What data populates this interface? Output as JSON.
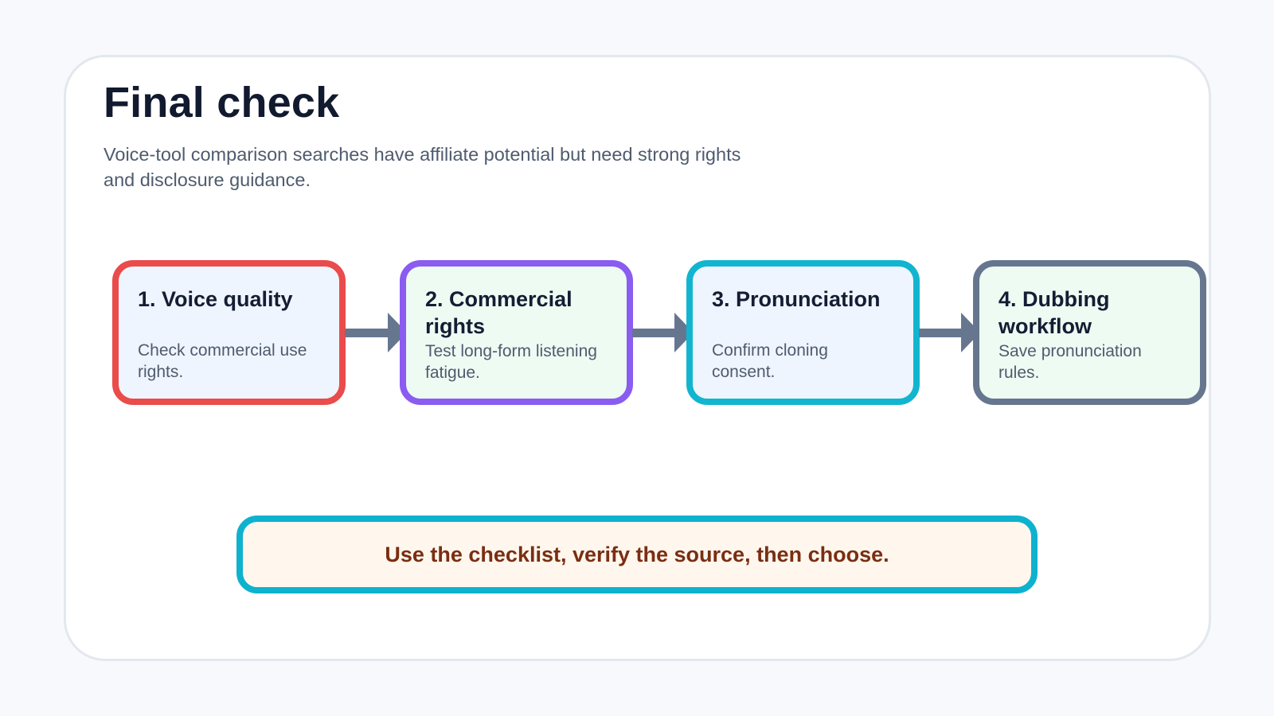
{
  "heading": {
    "title": "Final check",
    "subtitle": "Voice-tool comparison searches have affiliate potential but need strong rights and disclosure guidance."
  },
  "flow": {
    "steps": [
      {
        "title": "1. Voice quality",
        "description": "Check commercial use rights.",
        "border_color": "#ea4b4b",
        "fill_color": "#eff5ff"
      },
      {
        "title": "2. Commercial rights",
        "description": "Test long-form listening fatigue.",
        "border_color": "#8a5cf0",
        "fill_color": "#edfbf3"
      },
      {
        "title": "3. Pronunciation",
        "description": "Confirm cloning consent.",
        "border_color": "#12b5d0",
        "fill_color": "#eff5ff"
      },
      {
        "title": "4. Dubbing workflow",
        "description": "Save pronunciation rules.",
        "border_color": "#66768f",
        "fill_color": "#edfbf3"
      }
    ],
    "connector_color": "#66768f"
  },
  "callout": {
    "text": "Use the checklist, verify the source, then choose.",
    "border_color": "#0eb2cf",
    "fill_color": "#fff7ee",
    "text_color": "#7a2e12"
  }
}
